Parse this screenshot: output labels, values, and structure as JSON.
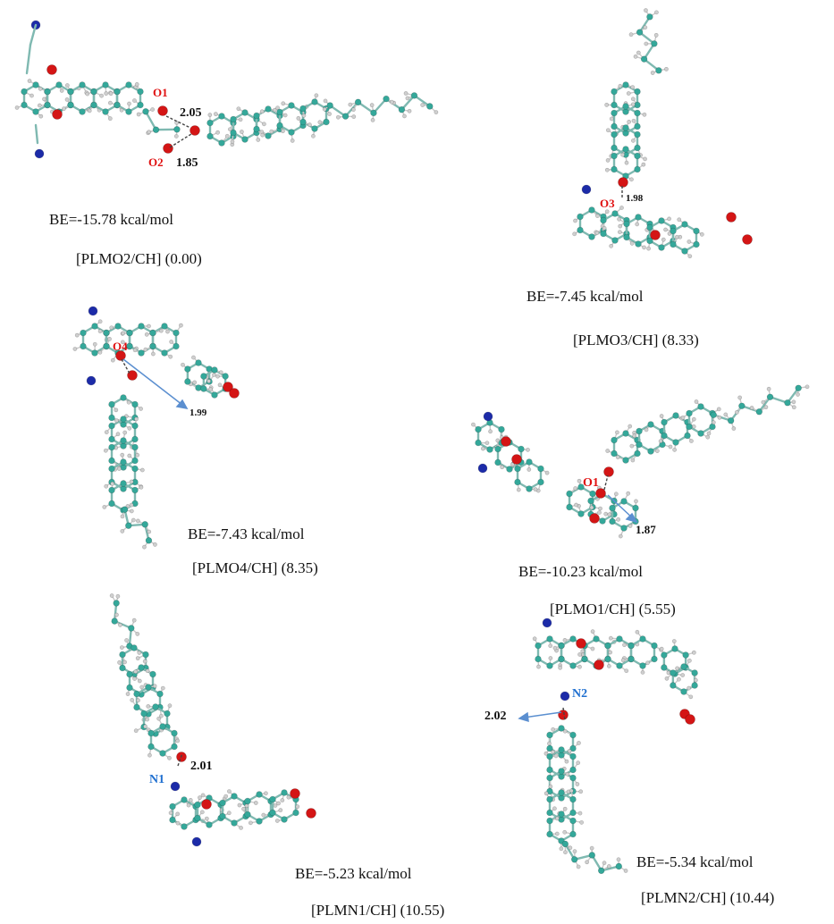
{
  "panels": [
    {
      "id": "plmo2",
      "be": "BE=-15.78 kcal/mol",
      "complex": "[PLMO2/CH]",
      "energy": "(0.00)",
      "atoms": [
        {
          "label": "O1",
          "color": "#e01010"
        },
        {
          "label": "O2",
          "color": "#e01010"
        }
      ],
      "distances": [
        "2.05",
        "1.85"
      ]
    },
    {
      "id": "plmo3",
      "be": "BE=-7.45 kcal/mol",
      "complex": "[PLMO3/CH]",
      "energy": "(8.33)",
      "atoms": [
        {
          "label": "O3",
          "color": "#e01010"
        }
      ],
      "distances": [
        "1.98"
      ]
    },
    {
      "id": "plmo4",
      "be": "BE=-7.43 kcal/mol",
      "complex": "[PLMO4/CH]",
      "energy": "(8.35)",
      "atoms": [
        {
          "label": "O4",
          "color": "#e01010"
        }
      ],
      "distances": [
        "1.99"
      ]
    },
    {
      "id": "plmo1",
      "be": "BE=-10.23 kcal/mol",
      "complex": "[PLMO1/CH]",
      "energy": "(5.55)",
      "atoms": [
        {
          "label": "O1",
          "color": "#e01010"
        }
      ],
      "distances": [
        "1.87"
      ]
    },
    {
      "id": "plmn1",
      "be": "BE=-5.23 kcal/mol",
      "complex": "[PLMN1/CH]",
      "energy": "(10.55)",
      "atoms": [
        {
          "label": "N1",
          "color": "#1f6fd0"
        }
      ],
      "distances": [
        "2.01"
      ]
    },
    {
      "id": "plmn2",
      "be": "BE=-5.34 kcal/mol",
      "complex": "[PLMN2/CH]",
      "energy": "(10.44)",
      "atoms": [
        {
          "label": "N2",
          "color": "#1f6fd0"
        }
      ],
      "distances": [
        "2.02"
      ]
    }
  ],
  "colors": {
    "carbon": "#34a89a",
    "hydrogen": "#cfcfcf",
    "oxygen": "#d41515",
    "nitrogen": "#1c2ba8",
    "bond": "#7fb9b1",
    "arrow": "#5b8fd0"
  }
}
